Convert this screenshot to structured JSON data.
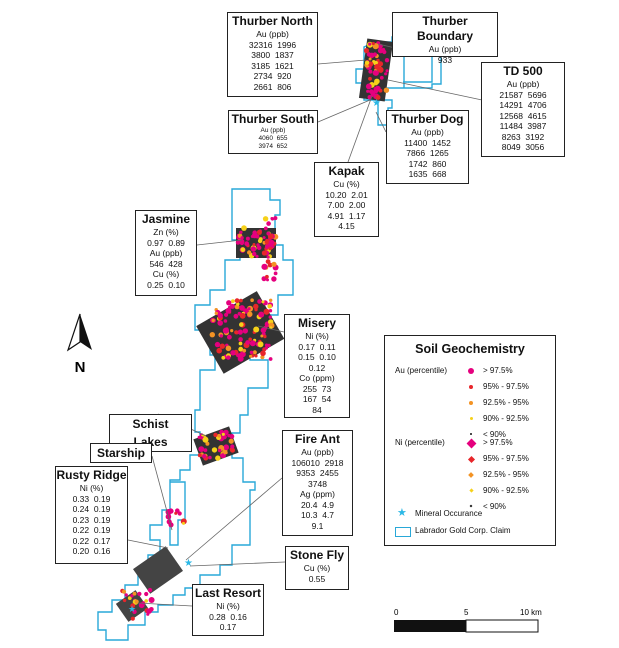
{
  "boxes": {
    "thurber_north": {
      "title": "Thurber North",
      "sub": "Au (ppb)",
      "rows": [
        "32316  1996",
        "3800  1837",
        "3185  1621",
        "2734  920",
        "2661  806"
      ]
    },
    "thurber_boundary": {
      "title": "Thurber Boundary",
      "sub": "Au (ppb)",
      "rows": [
        "933"
      ]
    },
    "td500": {
      "title": "TD 500",
      "sub": "Au (ppb)",
      "rows": [
        "21587  5696",
        "14291  4706",
        "12568  4615",
        "11484  3987",
        "8263  3192",
        "8049  3056"
      ]
    },
    "thurber_south": {
      "title": "Thurber South",
      "sub": "Au (ppb)",
      "rows": [
        "4060  655",
        "3974  652"
      ]
    },
    "thurber_dog": {
      "title": "Thurber Dog",
      "sub": "Au (ppb)",
      "rows": [
        "11400  1452",
        "7866  1265",
        "1742  860",
        "1635  668"
      ]
    },
    "kapak": {
      "title": "Kapak",
      "sub": "Cu (%)",
      "rows": [
        "10.20  2.01",
        "7.00  2.00",
        "4.91  1.17",
        "4.15"
      ]
    },
    "jasmine": {
      "title": "Jasmine",
      "rows": [
        "Zn (%)",
        "0.97  0.89",
        "Au (ppb)",
        "546  428",
        "Cu (%)",
        "0.25  0.10"
      ]
    },
    "misery": {
      "title": "Misery",
      "rows": [
        "Ni (%)",
        "0.17  0.11",
        "0.15  0.10",
        "0.12",
        "Co (ppm)",
        "255  73",
        "167  54",
        "84"
      ]
    },
    "fire_ant": {
      "title": "Fire Ant",
      "rows": [
        "Au (ppb)",
        "106010  2918",
        "9353  2455",
        "3748",
        "Ag (ppm)",
        "20.4  4.9",
        "10.3  4.7",
        "9.1"
      ]
    },
    "rusty_ridge": {
      "title": "Rusty Ridge",
      "sub": "Ni (%)",
      "rows": [
        "0.33  0.19",
        "0.24  0.19",
        "0.23  0.19",
        "0.22  0.19",
        "0.22  0.17",
        "0.20  0.16"
      ]
    },
    "stone_fly": {
      "title": "Stone Fly",
      "sub": "Cu (%)",
      "rows": [
        "0.55"
      ]
    },
    "last_resort": {
      "title": "Last Resort",
      "sub": "Ni (%)",
      "rows": [
        "0.28  0.16",
        "0.17"
      ]
    }
  },
  "labels": {
    "schist_lakes": "Schist Lakes",
    "starship": "Starship"
  },
  "north": {
    "letter": "N"
  },
  "scale": {
    "v0": "0",
    "v1": "5",
    "v2": "10 km"
  },
  "legend": {
    "title": "Soil Geochemistry",
    "au_label": "Au (percentile)",
    "ni_label": "Ni (percentile)",
    "classes": [
      "> 97.5%",
      "95% - 97.5%",
      "92.5% - 95%",
      "90% - 92.5%",
      "< 90%"
    ],
    "mineral": "Mineral Occurance",
    "claim": "Labrador Gold Corp. Claim"
  },
  "colors": {
    "claim": "#29a8d8",
    "magenta": "#e5007e",
    "red": "#e8262b",
    "orange": "#f39324",
    "yellow": "#f6d11a",
    "black": "#111111",
    "grey": "#555555",
    "star": "#2bb8e6"
  }
}
